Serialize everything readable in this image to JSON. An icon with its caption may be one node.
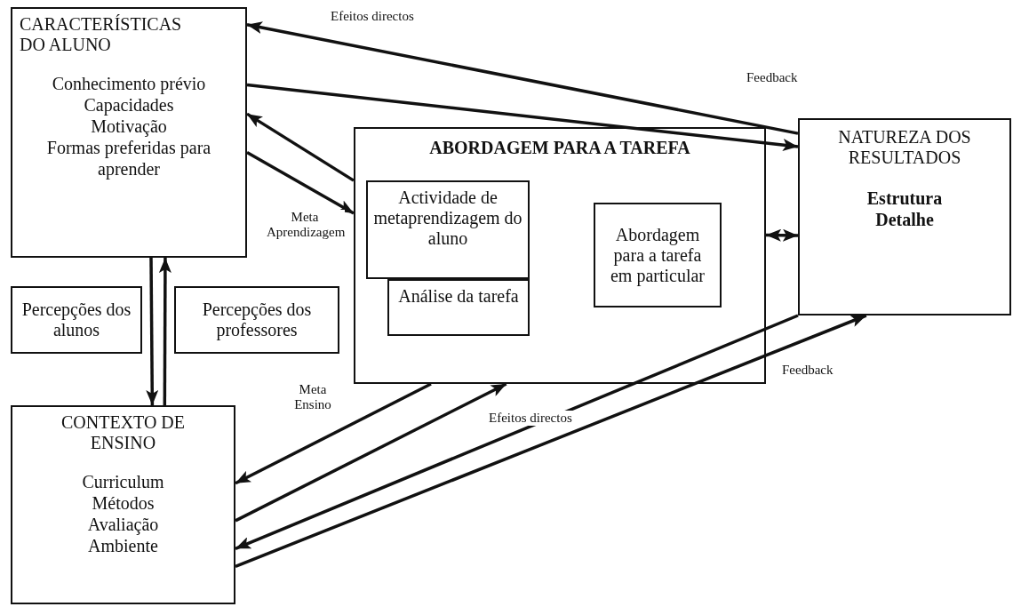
{
  "diagram": {
    "nodes": [
      {
        "text": [
          "CARACTERÍSTICAS DO ALUNO",
          "Conhecimento prévio",
          "Capacidades",
          "Motivação",
          "Formas preferidas para aprender"
        ]
      },
      {
        "text": [
          "Percepções dos alunos"
        ]
      },
      {
        "text": [
          "Percepções dos professores"
        ]
      },
      {
        "text": [
          "CONTEXTO DE ENSINO",
          "Curriculum",
          "Métodos",
          "Avaliação",
          "Ambiente"
        ]
      },
      {
        "text": [
          "ABORDAGEM PARA A TAREFA"
        ]
      },
      {
        "text": [
          "Actividade de metaprendizagem do aluno"
        ],
        "in": 4
      },
      {
        "text": [
          "Análise da tarefa"
        ],
        "in": 4
      },
      {
        "text": [
          "Abordagem para a tarefa em particular"
        ],
        "in": 4
      },
      {
        "text": [
          "NATUREZA DOS RESULTADOS",
          "Estrutura",
          "Detalhe"
        ]
      }
    ],
    "edges": [
      {
        "from": 8,
        "to": 0,
        "arrow": "to",
        "label": "Efeitos directos"
      },
      {
        "from": 0,
        "to": 8,
        "arrow": "to",
        "label": "Feedback"
      },
      {
        "from": 4,
        "to": 0,
        "arrow": "to"
      },
      {
        "from": 0,
        "to": 4,
        "arrow": "to",
        "label": "Meta Aprendizagem"
      },
      {
        "from": 0,
        "to": 3,
        "arrow": "to"
      },
      {
        "from": 3,
        "to": 0,
        "arrow": "to"
      },
      {
        "from": 4,
        "to": 3,
        "arrow": "to",
        "label": "Meta Ensino"
      },
      {
        "from": 3,
        "to": 4,
        "arrow": "to"
      },
      {
        "from": 4,
        "to": 8,
        "arrow": "both"
      },
      {
        "from": 8,
        "to": 3,
        "arrow": "to",
        "label": "Efeitos directos"
      },
      {
        "from": 3,
        "to": 8,
        "arrow": "to",
        "label": "Feedback"
      }
    ]
  }
}
